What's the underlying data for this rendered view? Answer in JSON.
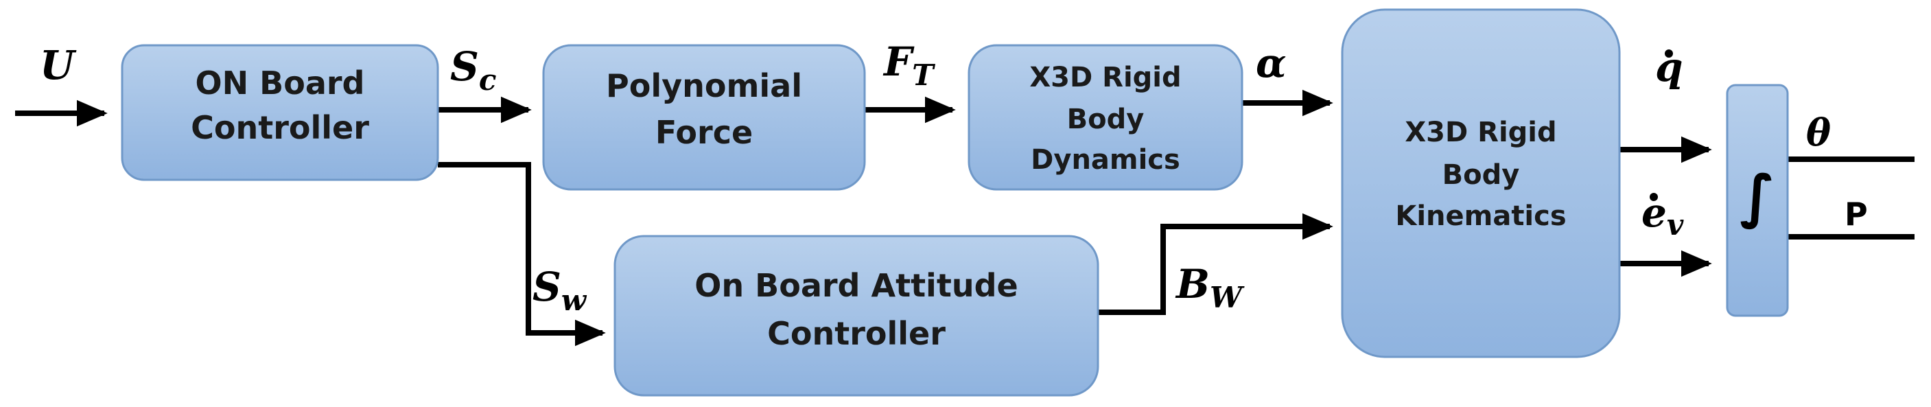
{
  "blocks": {
    "onboard_controller": [
      "ON Board",
      "Controller"
    ],
    "polynomial_force": [
      "Polynomial",
      "Force"
    ],
    "rigid_body_dynamics": [
      "X3D Rigid",
      "Body",
      "Dynamics"
    ],
    "attitude_controller": [
      "On Board Attitude",
      "Controller"
    ],
    "rigid_body_kinematics": [
      "X3D Rigid",
      "Body",
      "Kinematics"
    ],
    "integrator": "∫"
  },
  "signals": {
    "u": "U",
    "s_c": {
      "main": "S",
      "sub": "c"
    },
    "f_t": {
      "main": "F",
      "sub": "T"
    },
    "alpha": "α",
    "s_w": {
      "main": "S",
      "sub": "w"
    },
    "b_w": {
      "main": "B",
      "sub": "W"
    },
    "q_dot": "q",
    "e_v_dot": {
      "main": "e",
      "sub": "v"
    },
    "theta": "θ",
    "p": "P"
  },
  "colors": {
    "block_top": "#b8d0ec",
    "block_bottom": "#8fb3df",
    "block_border": "#6f98c8",
    "wire": "#000000"
  }
}
